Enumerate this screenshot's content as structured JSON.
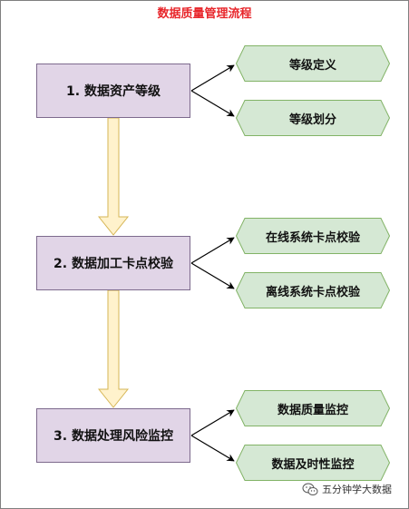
{
  "title": "数据质量管理流程",
  "steps": [
    {
      "label": "1. 数据资产等级",
      "children": [
        "等级定义",
        "等级划分"
      ]
    },
    {
      "label": "2. 数据加工卡点校验",
      "children": [
        "在线系统卡点校验",
        "离线系统卡点校验"
      ]
    },
    {
      "label": "3. 数据处理风险监控",
      "children": [
        "数据质量监控",
        "数据及时性监控"
      ]
    }
  ],
  "watermark": {
    "text": "五分钟学大数据",
    "icon": "wechat-icon"
  },
  "colors": {
    "title": "#e8262b",
    "step_fill": "#e1d5e7",
    "step_border": "#7d6a8d",
    "child_fill": "#d5e8d4",
    "child_border": "#82b366",
    "arrow_fill": "#fff2cc",
    "arrow_border": "#d6b656"
  }
}
